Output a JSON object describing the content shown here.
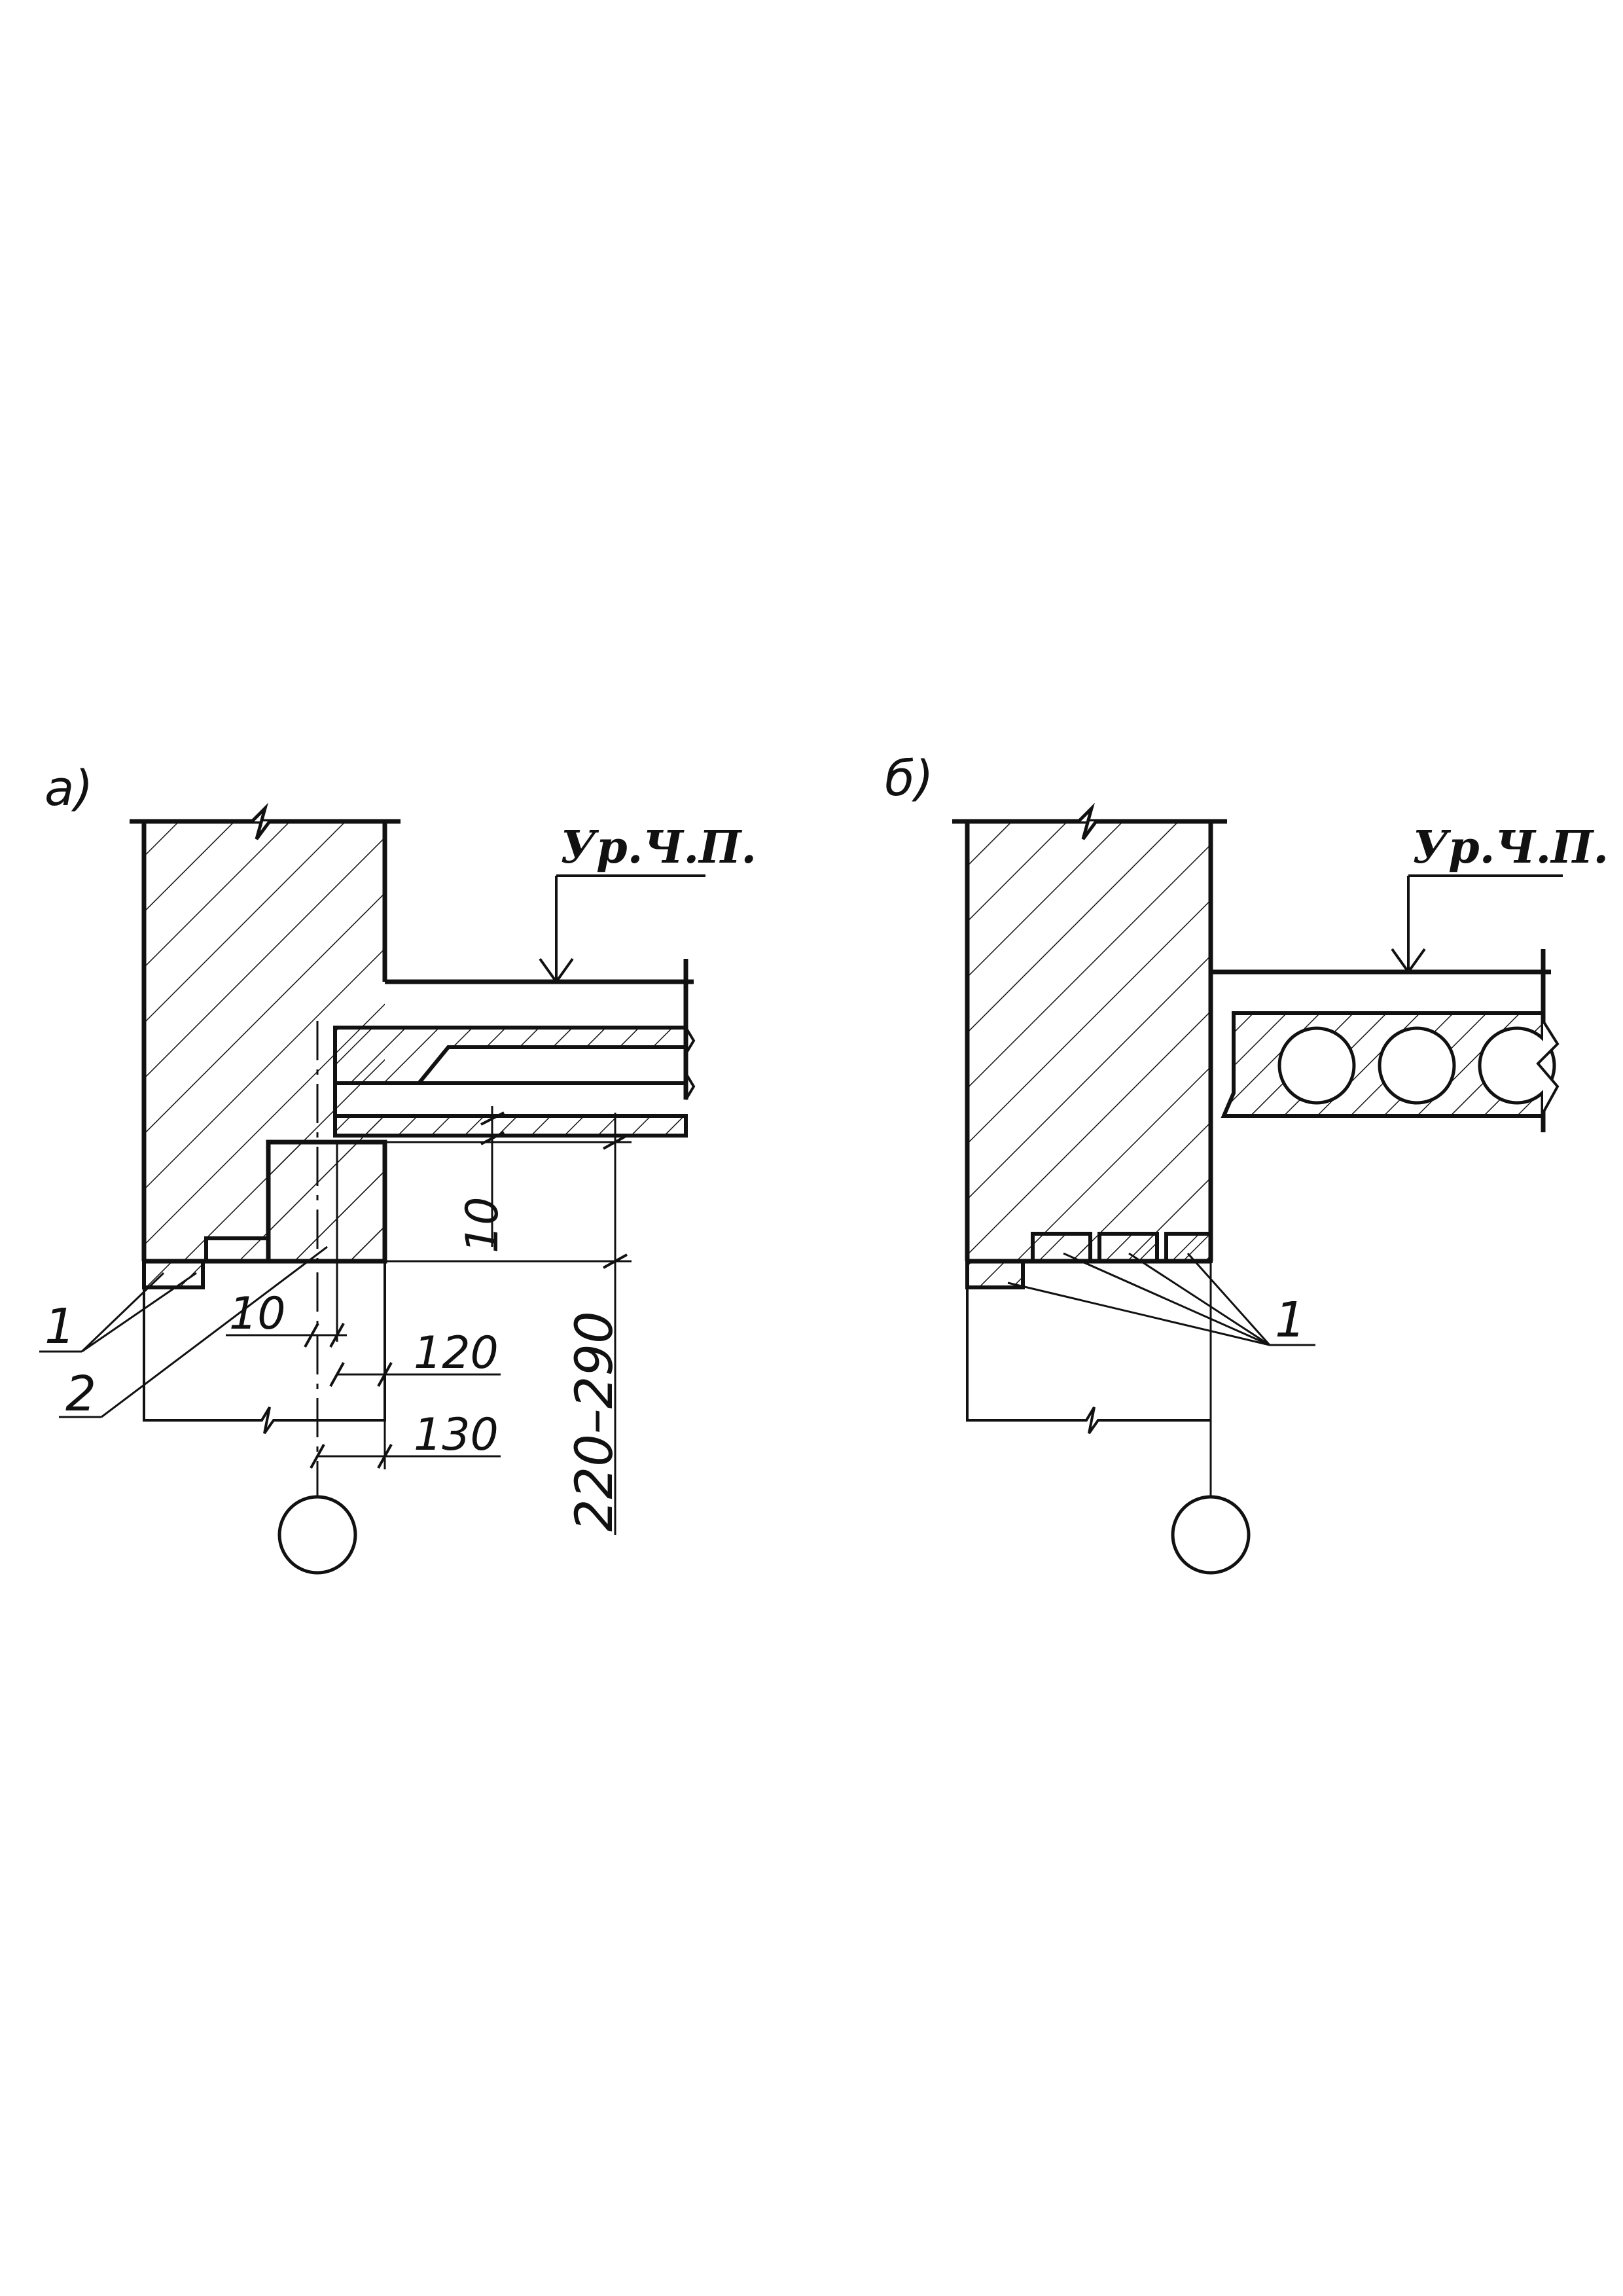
{
  "diagram": {
    "variant_a": {
      "label": "а)",
      "level_mark": "Ур.Ч.П.",
      "callouts": [
        "1",
        "2"
      ],
      "dims": {
        "gap_top": "10",
        "gap_side": "10",
        "width_120": "120",
        "width_130": "130",
        "height": "220–290"
      }
    },
    "variant_b": {
      "label": "б)",
      "level_mark": "Ур.Ч.П.",
      "callouts": [
        "1"
      ]
    }
  },
  "colors": {
    "line": "#111111",
    "background": "#ffffff"
  }
}
